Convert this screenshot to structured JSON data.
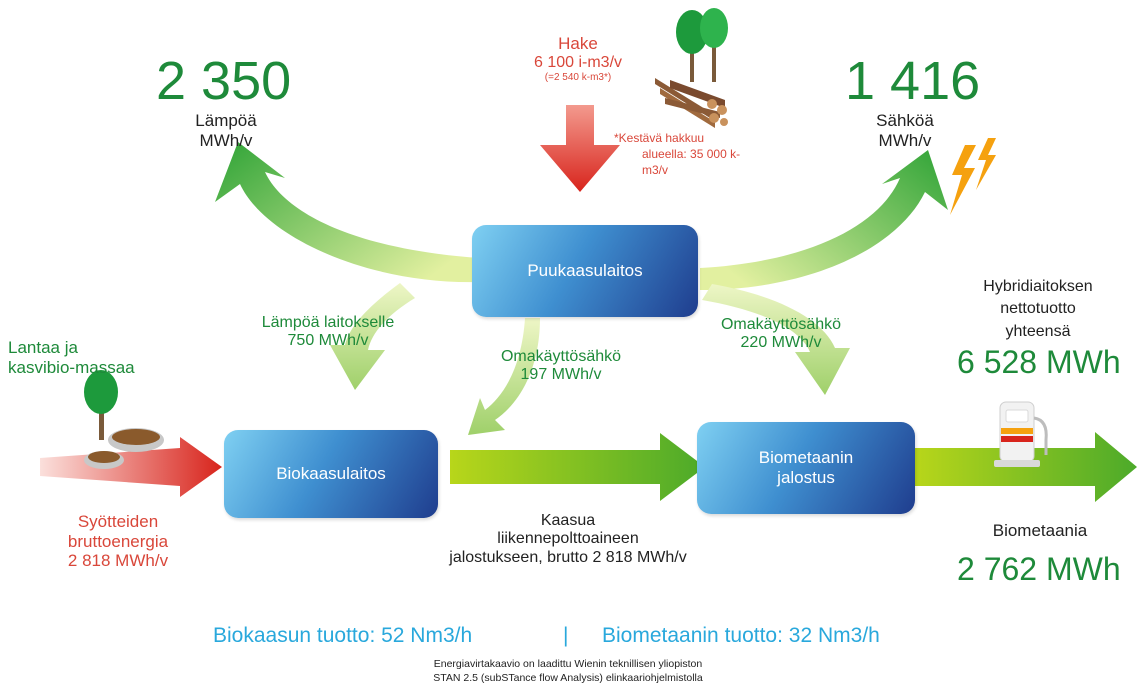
{
  "heat": {
    "value": "2 350",
    "label_line1": "Lämpöä",
    "label_line2": "MWh/v"
  },
  "electricity": {
    "value": "1 416",
    "label_line1": "Sähköä",
    "label_line2": "MWh/v"
  },
  "chips": {
    "title": "Hake",
    "amount": "6 100 i-m3/v",
    "sub": "(=2 540 k-m3*)",
    "note_line1": "*Kestävä hakkuu",
    "note_line2": "alueella: 35 000 k-",
    "note_line3": "m3/v"
  },
  "boxes": {
    "wood_gas": "Puukaasulaitos",
    "biogas": "Biokaasulaitos",
    "upgrade_line1": "Biometaanin",
    "upgrade_line2": "jalostus"
  },
  "flows": {
    "heat_plant_line1": "Lämpöä  laitokselle",
    "heat_plant_line2": "750 MWh/v",
    "own_elec_left_line1": "Omakäyttösähkö",
    "own_elec_left_line2": "197 MWh/v",
    "own_elec_right_line1": "Omakäyttösähkö",
    "own_elec_right_line2": "220 MWh/v",
    "gas_line1": "Kaasua",
    "gas_line2": "liikennepolttoaineen",
    "gas_line3": "jalostukseen,  brutto  2 818 MWh/v"
  },
  "feed": {
    "label_line1": "Lantaa ja",
    "label_line2": "kasvibio-massaa",
    "energy_line1": "Syötteiden",
    "energy_line2": "bruttoenergia",
    "energy_line3": "2 818 MWh/v"
  },
  "hybrid": {
    "line1": "Hybridiaitoksen",
    "line2": "nettotuotto",
    "line3": "yhteensä",
    "total": "6 528 MWh"
  },
  "biomethane": {
    "label": "Biometaania",
    "value": "2 762 MWh"
  },
  "bottom": {
    "biogas_yield": "Biokaasun  tuotto:  52 Nm3/h",
    "separator": "|",
    "methane_yield": "Biometaanin  tuotto:  32 Nm3/h",
    "footnote_line1": "Energiavirtakaavio  on laadittu  Wienin teknillisen  yliopiston",
    "footnote_line2": "STAN 2.5 (subSTance flow Analysis) elinkaariohjelmistolla"
  },
  "colors": {
    "green_text": "#1e8a3a",
    "red_text": "#d9473a",
    "blue_text": "#29a8dc"
  }
}
